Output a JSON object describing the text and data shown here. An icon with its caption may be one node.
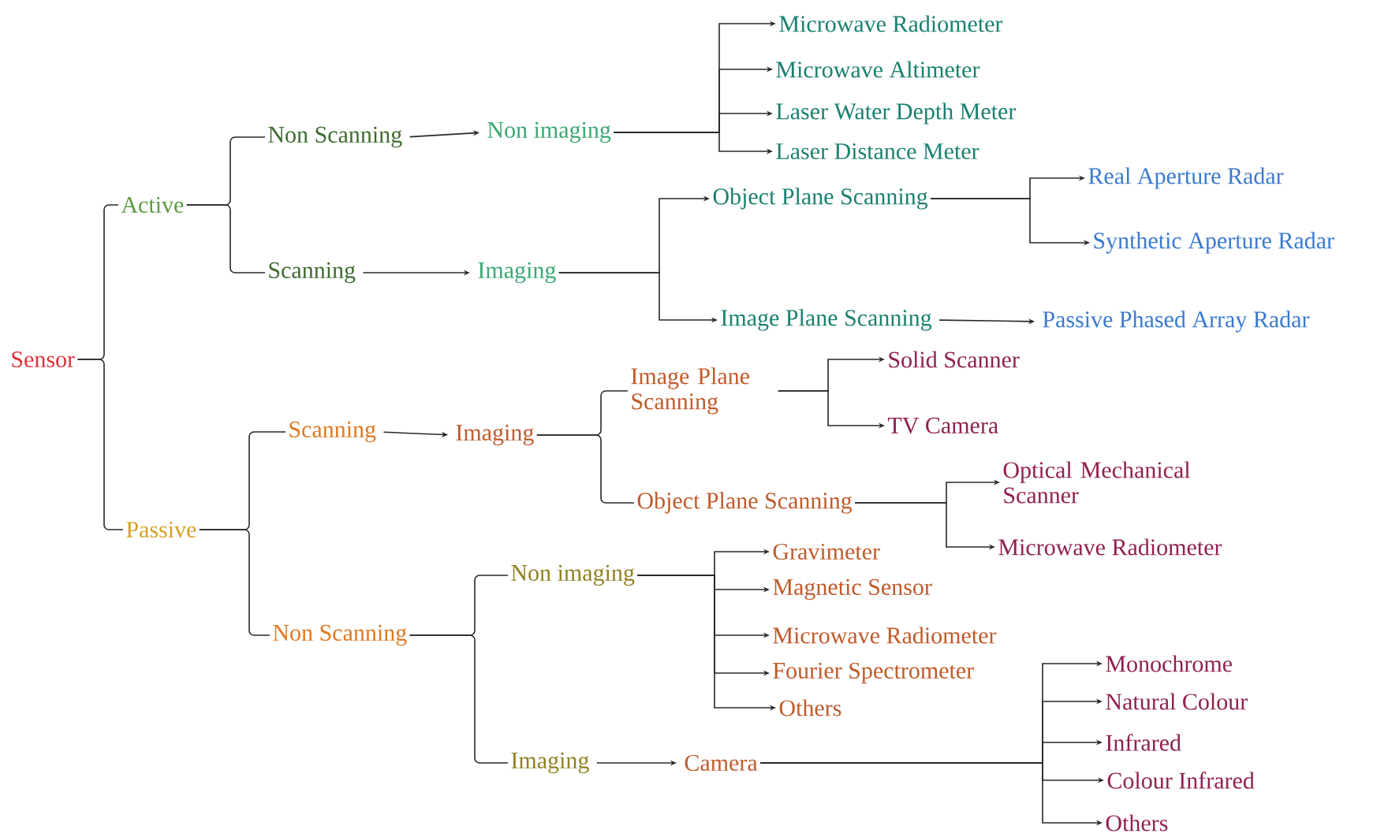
{
  "diagram": {
    "nodes": [
      {
        "text": [
          "Sensor"
        ]
      },
      {
        "text": [
          "Active"
        ]
      },
      {
        "text": [
          "Passive"
        ]
      },
      {
        "text": [
          "Non Scanning"
        ]
      },
      {
        "text": [
          "Scanning"
        ]
      },
      {
        "text": [
          "Non imaging"
        ]
      },
      {
        "text": [
          "Imaging"
        ]
      },
      {
        "text": [
          "Microwave Radiometer"
        ]
      },
      {
        "text": [
          "Microwave Altimeter"
        ]
      },
      {
        "text": [
          "Laser Water Depth Meter"
        ]
      },
      {
        "text": [
          "Laser Distance Meter"
        ]
      },
      {
        "text": [
          "Object Plane Scanning"
        ]
      },
      {
        "text": [
          "Image Plane Scanning"
        ]
      },
      {
        "text": [
          "Real Aperture Radar"
        ]
      },
      {
        "text": [
          "Synthetic Aperture Radar"
        ]
      },
      {
        "text": [
          "Passive Phased Array Radar"
        ]
      },
      {
        "text": [
          "Scanning"
        ]
      },
      {
        "text": [
          "Imaging"
        ]
      },
      {
        "text": [
          "Image Plane Scanning"
        ]
      },
      {
        "text": [
          "Object Plane Scanning"
        ]
      },
      {
        "text": [
          "Solid Scanner"
        ]
      },
      {
        "text": [
          "TV Camera"
        ]
      },
      {
        "text": [
          "Optical Mechanical Scanner"
        ]
      },
      {
        "text": [
          "Microwave Radiometer"
        ]
      },
      {
        "text": [
          "Non Scanning"
        ]
      },
      {
        "text": [
          "Non imaging"
        ]
      },
      {
        "text": [
          "Imaging"
        ]
      },
      {
        "text": [
          "Gravimeter"
        ]
      },
      {
        "text": [
          "Magnetic Sensor"
        ]
      },
      {
        "text": [
          "Microwave Radiometer"
        ]
      },
      {
        "text": [
          "Fourier Spectrometer"
        ]
      },
      {
        "text": [
          "Others"
        ]
      },
      {
        "text": [
          "Camera"
        ]
      },
      {
        "text": [
          "Monochrome"
        ]
      },
      {
        "text": [
          "Natural Colour"
        ]
      },
      {
        "text": [
          "Infrared"
        ]
      },
      {
        "text": [
          "Colour Infrared"
        ]
      },
      {
        "text": [
          "Others"
        ]
      }
    ],
    "edges": [
      {
        "from": 0,
        "to": 1,
        "arrow": "none"
      },
      {
        "from": 0,
        "to": 2,
        "arrow": "none"
      },
      {
        "from": 1,
        "to": 3,
        "arrow": "none"
      },
      {
        "from": 1,
        "to": 4,
        "arrow": "none"
      },
      {
        "from": 3,
        "to": 5,
        "arrow": "to"
      },
      {
        "from": 4,
        "to": 6,
        "arrow": "to"
      },
      {
        "from": 5,
        "to": 7,
        "arrow": "to"
      },
      {
        "from": 5,
        "to": 8,
        "arrow": "to"
      },
      {
        "from": 5,
        "to": 9,
        "arrow": "to"
      },
      {
        "from": 5,
        "to": 10,
        "arrow": "to"
      },
      {
        "from": 6,
        "to": 11,
        "arrow": "to"
      },
      {
        "from": 6,
        "to": 12,
        "arrow": "to"
      },
      {
        "from": 11,
        "to": 13,
        "arrow": "to"
      },
      {
        "from": 11,
        "to": 14,
        "arrow": "to"
      },
      {
        "from": 12,
        "to": 15,
        "arrow": "to"
      },
      {
        "from": 2,
        "to": 16,
        "arrow": "none"
      },
      {
        "from": 2,
        "to": 24,
        "arrow": "none"
      },
      {
        "from": 16,
        "to": 17,
        "arrow": "to"
      },
      {
        "from": 17,
        "to": 18,
        "arrow": "none"
      },
      {
        "from": 17,
        "to": 19,
        "arrow": "none"
      },
      {
        "from": 18,
        "to": 20,
        "arrow": "to"
      },
      {
        "from": 18,
        "to": 21,
        "arrow": "to"
      },
      {
        "from": 19,
        "to": 22,
        "arrow": "to"
      },
      {
        "from": 19,
        "to": 23,
        "arrow": "to"
      },
      {
        "from": 24,
        "to": 25,
        "arrow": "none"
      },
      {
        "from": 24,
        "to": 26,
        "arrow": "none"
      },
      {
        "from": 25,
        "to": 27,
        "arrow": "to"
      },
      {
        "from": 25,
        "to": 28,
        "arrow": "to"
      },
      {
        "from": 25,
        "to": 29,
        "arrow": "to"
      },
      {
        "from": 25,
        "to": 30,
        "arrow": "to"
      },
      {
        "from": 25,
        "to": 31,
        "arrow": "to"
      },
      {
        "from": 26,
        "to": 32,
        "arrow": "to"
      },
      {
        "from": 32,
        "to": 33,
        "arrow": "to"
      },
      {
        "from": 32,
        "to": 34,
        "arrow": "to"
      },
      {
        "from": 32,
        "to": 35,
        "arrow": "to"
      },
      {
        "from": 32,
        "to": 36,
        "arrow": "to"
      },
      {
        "from": 32,
        "to": 37,
        "arrow": "to"
      }
    ]
  }
}
